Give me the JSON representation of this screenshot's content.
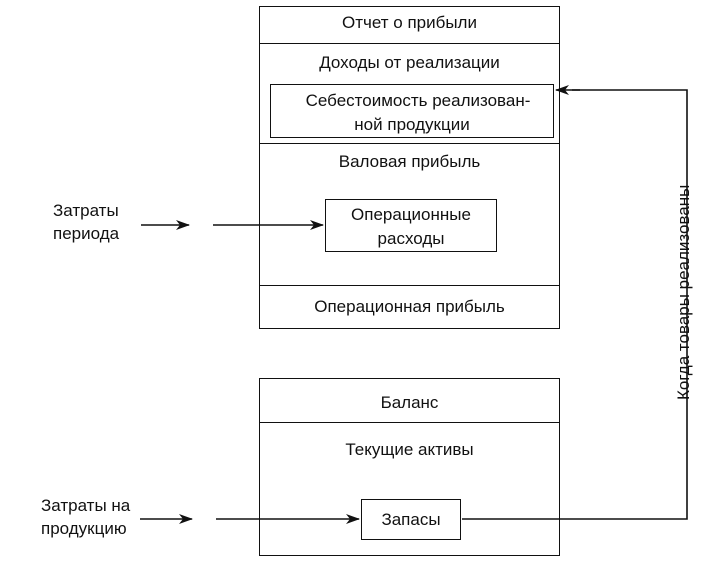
{
  "income_statement": {
    "title": "Отчет о прибыли",
    "revenue": "Доходы от реализации",
    "cogs_line1": "Себестоимость реализован-",
    "cogs_line2": "ной продукции",
    "gross_profit": "Валовая прибыль",
    "opex_line1": "Операционные",
    "opex_line2": "расходы",
    "operating_profit": "Операционная прибыль"
  },
  "balance_sheet": {
    "title": "Баланс",
    "current_assets": "Текущие активы",
    "inventory": "Запасы"
  },
  "inputs": {
    "period_costs_line1": "Затраты",
    "period_costs_line2": "периода",
    "product_costs_line1": "Затраты на",
    "product_costs_line2": "продукцию"
  },
  "flow_label": "Когда товары реализованы"
}
